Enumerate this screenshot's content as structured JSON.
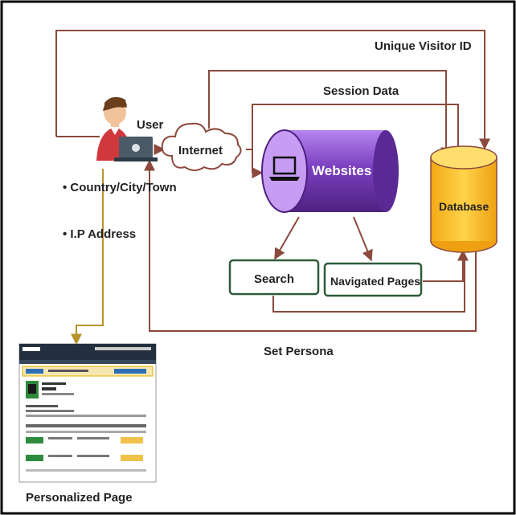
{
  "labels": {
    "user": "User",
    "internet": "Internet",
    "websites": "Websites",
    "database": "Database",
    "search": "Search",
    "navigated_pages": "Navigated Pages",
    "unique_visitor_id": "Unique Visitor ID",
    "session_data": "Session Data",
    "set_persona": "Set Persona",
    "personalized_page": "Personalized Page"
  },
  "bullets": [
    "Country/City/Town",
    "I.P Address"
  ],
  "colors": {
    "arrow_brown": "#8B4A3C",
    "arrow_olive": "#B8932A",
    "websites_fill": "#7B3FBF",
    "database_fill": "#F9C21A",
    "search_border": "#2E5B38",
    "frame": "#000000"
  },
  "icons": {
    "user": "person-with-laptop-icon",
    "internet": "cloud-icon",
    "websites": "laptop-icon",
    "database": "cylinder-icon",
    "personalized_page": "webpage-thumbnail"
  }
}
